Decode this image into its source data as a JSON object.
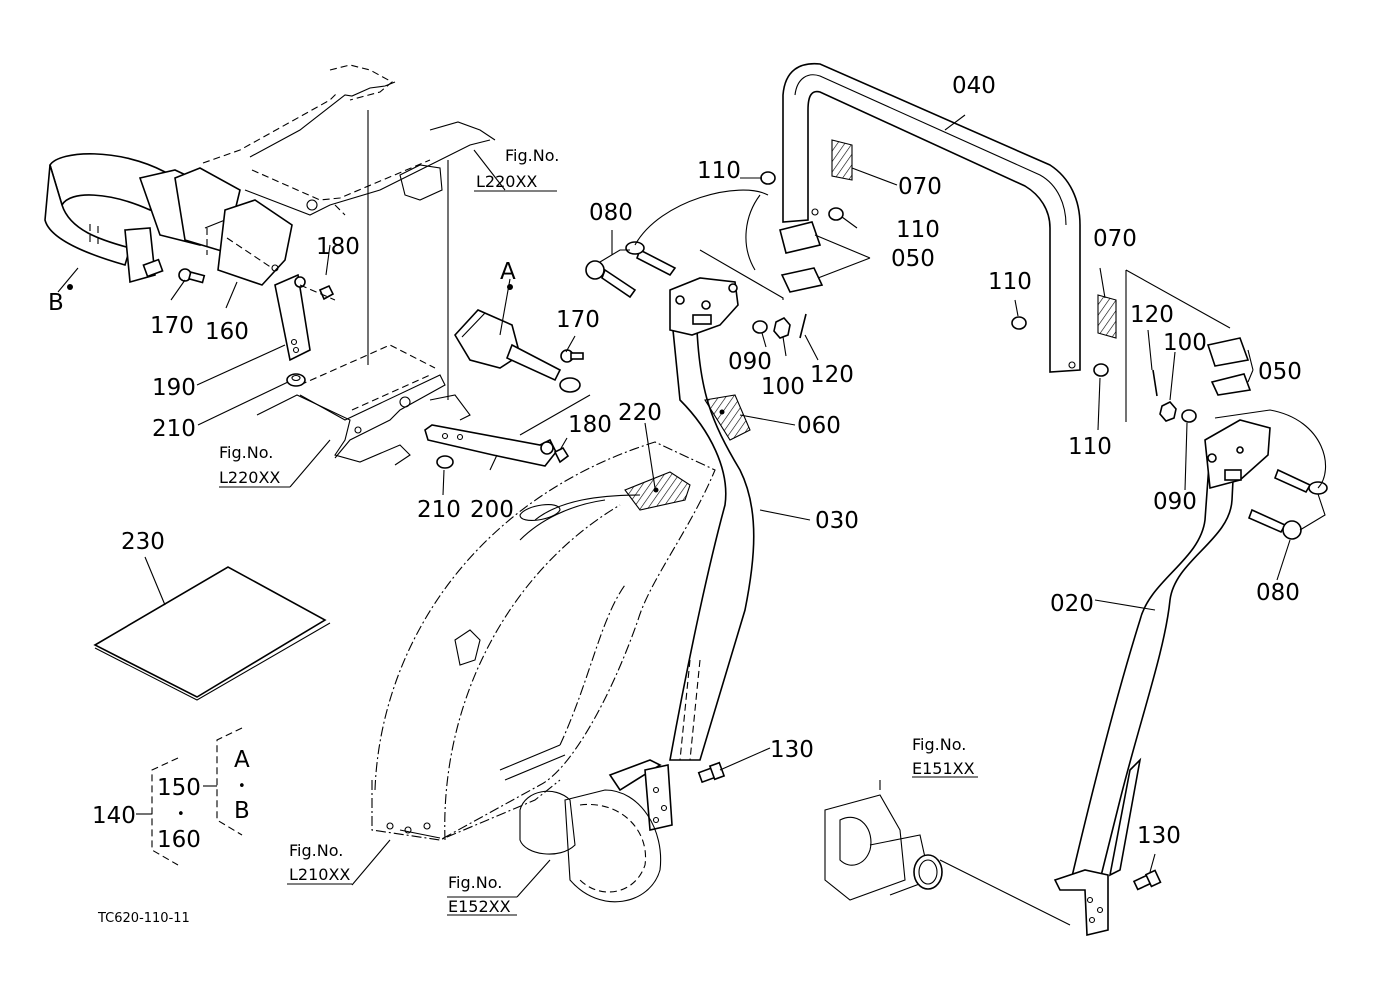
{
  "diagram": {
    "title_code": "TC620-110-11",
    "part_labels": {
      "p020": "020",
      "p030": "030",
      "p040": "040",
      "p050a": "050",
      "p050b": "050",
      "p060": "060",
      "p070a": "070",
      "p070b": "070",
      "p080a": "080",
      "p080b": "080",
      "p090a": "090",
      "p090b": "090",
      "p100a": "100",
      "p100b": "100",
      "p110a": "110",
      "p110b": "110",
      "p110c": "110",
      "p110d": "110",
      "p120a": "120",
      "p120b": "120",
      "p130a": "130",
      "p130b": "130",
      "p140": "140",
      "p150": "150",
      "p160a": "160",
      "p160b": "160",
      "p170a": "170",
      "p170b": "170",
      "p180a": "180",
      "p180b": "180",
      "p190": "190",
      "p200": "200",
      "p210a": "210",
      "p210b": "210",
      "p220": "220",
      "p230": "230"
    },
    "reference_letters": {
      "a_top": "A",
      "b_left": "B",
      "a_group": "A",
      "b_group": "B"
    },
    "figure_refs": [
      {
        "caption": "Fig.No.",
        "code": "L220XX"
      },
      {
        "caption": "Fig.No.",
        "code": "L220XX"
      },
      {
        "caption": "Fig.No.",
        "code": "L210XX"
      },
      {
        "caption": "Fig.No.",
        "code": "E152XX"
      },
      {
        "caption": "Fig.No.",
        "code": "E151XX"
      }
    ],
    "group_separator": "•"
  }
}
